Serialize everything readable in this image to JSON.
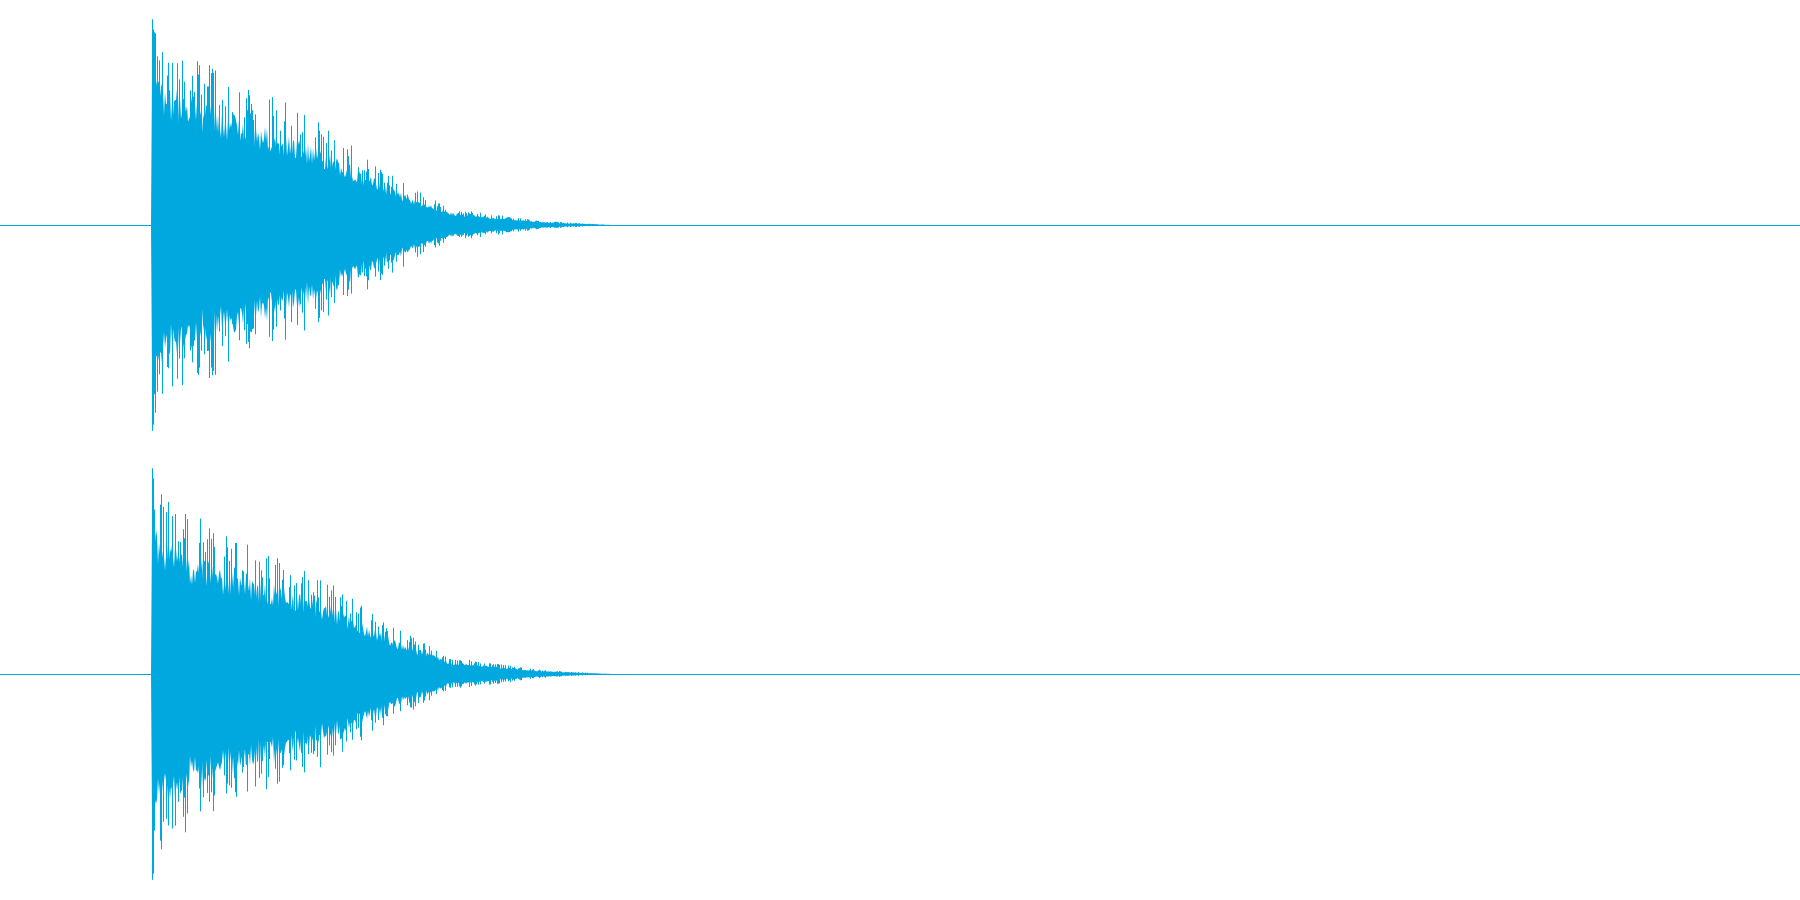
{
  "chart_data": {
    "type": "waveform",
    "title": "",
    "xlabel": "",
    "ylabel": "",
    "grid": false,
    "legend": "none",
    "color": "#00a8e0",
    "x_range": [
      0,
      1
    ],
    "y_range": [
      -1,
      1
    ],
    "channels": [
      {
        "name": "",
        "onset": 0.084,
        "peak_amplitude": 0.98,
        "decay_end": 0.34,
        "envelope": [
          {
            "t": 0.084,
            "amp": 0.98
          },
          {
            "t": 0.1,
            "amp": 0.85
          },
          {
            "t": 0.13,
            "amp": 0.7
          },
          {
            "t": 0.16,
            "amp": 0.58
          },
          {
            "t": 0.19,
            "amp": 0.42
          },
          {
            "t": 0.22,
            "amp": 0.22
          },
          {
            "t": 0.25,
            "amp": 0.08
          },
          {
            "t": 0.3,
            "amp": 0.02
          },
          {
            "t": 0.34,
            "amp": 0.0
          }
        ]
      },
      {
        "name": "",
        "onset": 0.084,
        "peak_amplitude": 0.98,
        "decay_end": 0.34,
        "envelope": [
          {
            "t": 0.084,
            "amp": 0.98
          },
          {
            "t": 0.1,
            "amp": 0.8
          },
          {
            "t": 0.13,
            "amp": 0.65
          },
          {
            "t": 0.16,
            "amp": 0.55
          },
          {
            "t": 0.19,
            "amp": 0.4
          },
          {
            "t": 0.22,
            "amp": 0.22
          },
          {
            "t": 0.25,
            "amp": 0.08
          },
          {
            "t": 0.3,
            "amp": 0.02
          },
          {
            "t": 0.34,
            "amp": 0.0
          }
        ]
      }
    ]
  }
}
